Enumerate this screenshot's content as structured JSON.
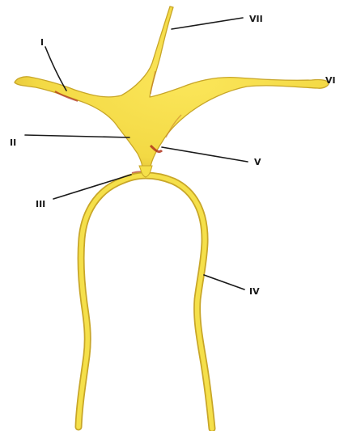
{
  "diagram": {
    "labels": {
      "I": "I",
      "II": "II",
      "III": "III",
      "IV": "IV",
      "V": "V",
      "VI": "VI",
      "VII": "VII"
    },
    "colors": {
      "fill": "#f5e04a",
      "outline": "#c8a628",
      "shading": "#b0321c",
      "leader": "#1a1a1a"
    }
  }
}
